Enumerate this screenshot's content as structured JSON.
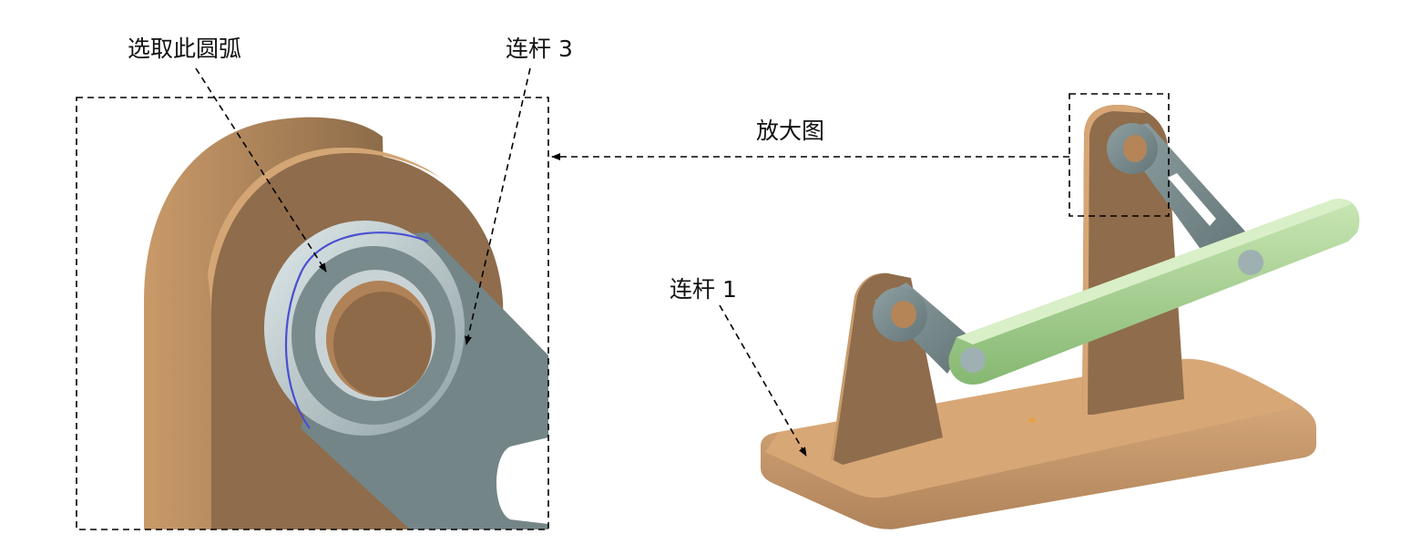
{
  "labels": {
    "select_arc": "选取此圆弧",
    "link3": "连杆 3",
    "zoom_view": "放大图",
    "link1": "连杆 1"
  },
  "colors": {
    "bronze": "#a0764c",
    "bronze_light": "#d7a978",
    "steel": "#738486",
    "steel_light": "#b5c3c5",
    "green": "#8ec07c",
    "green_light": "#c9e6b4",
    "arc_highlight": "#4a4fd0"
  },
  "icons": [
    "arrowhead-icon"
  ]
}
